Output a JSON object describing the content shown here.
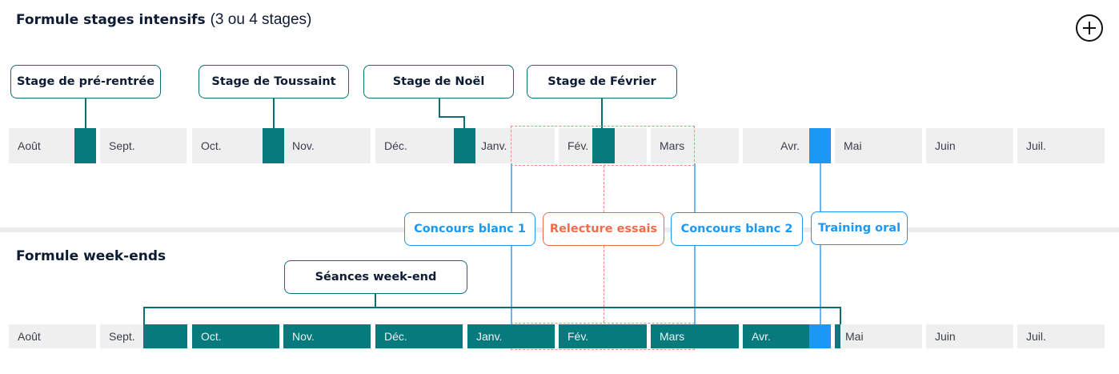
{
  "section1": {
    "title": "Formule stages intensifs",
    "subtitle": "(3 ou 4 stages)"
  },
  "section2": {
    "title": "Formule week-ends"
  },
  "add_icon": "plus-circle-icon",
  "months_top": [
    "Août",
    "Sept.",
    "Oct.",
    "Nov.",
    "Déc.",
    "Janv.",
    "Fév.",
    "Mars",
    "Avr.",
    "Mai",
    "Juin",
    "Juil."
  ],
  "months_bottom": [
    "Août",
    "Sept.",
    "Oct.",
    "Nov.",
    "Déc.",
    "Janv.",
    "Fév.",
    "Mars",
    "Avr.",
    "Mai",
    "Juin",
    "Juil."
  ],
  "stages": [
    "Stage de pré-rentrée",
    "Stage de Toussaint",
    "Stage de Noël",
    "Stage de Février"
  ],
  "events": [
    "Concours blanc 1",
    "Relecture essais",
    "Concours blanc 2",
    "Training oral"
  ],
  "weekend_label": "Séances week-end",
  "colors": {
    "teal": "#067a7c",
    "blue": "#1a98f4",
    "orange": "#f26b4c",
    "navy": "#0d1b33",
    "grey": "#efefef"
  }
}
